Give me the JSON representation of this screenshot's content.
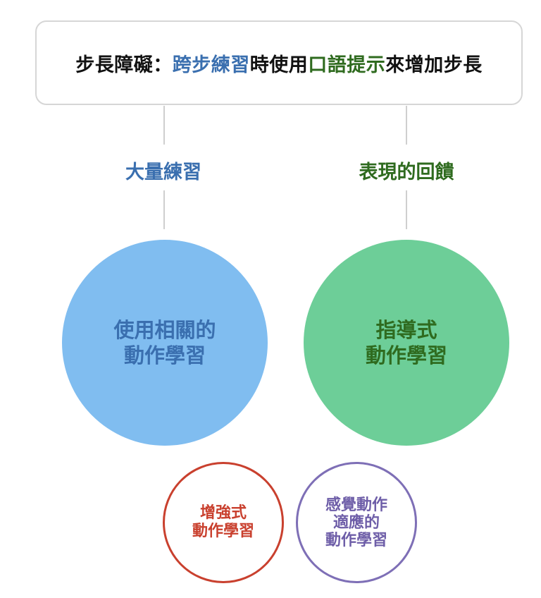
{
  "title": {
    "part1": "步長障礙：",
    "part2": "跨步練習",
    "part3": "時使用",
    "part4": "口語提示",
    "part5": "來增加步長"
  },
  "branches": {
    "left_label": "大量練習",
    "right_label": "表現的回饋"
  },
  "circles": {
    "relevant_motor_learning": "使用相關的\n動作學習",
    "guided_motor_learning": "指導式\n動作學習",
    "reinforced_motor_learning": "增強式\n動作學習",
    "sensory_motor_adaptation": "感覺動作\n適應的\n動作學習"
  },
  "colors": {
    "blue_text": "#3a6faf",
    "green_text": "#2f6b1f",
    "blue_circle": "#80bdf0",
    "green_circle": "#6dce98",
    "red_accent": "#c9402e",
    "purple_accent": "#7e6fb6",
    "connector_gray": "#cfcfcf"
  }
}
